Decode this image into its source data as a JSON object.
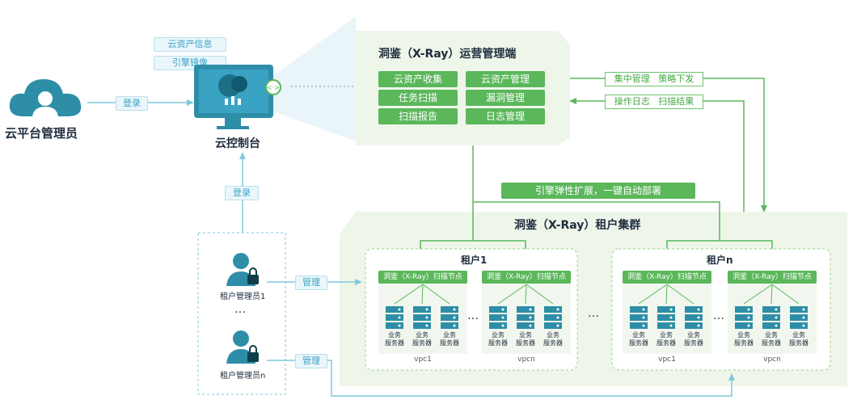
{
  "cloud_admin": {
    "label": "云平台管理员",
    "action": "登录"
  },
  "console": {
    "label": "云控制台",
    "tags": [
      "云资产信息",
      "引擎镜像"
    ],
    "login_label": "登录"
  },
  "ops": {
    "title": "洞鉴（X-Ray）运营管理端",
    "buttons": [
      "云资产收集",
      "云资产管理",
      "任务扫描",
      "漏洞管理",
      "扫描报告",
      "日志管理"
    ],
    "to_cluster": "集中管理   策略下发",
    "from_cluster": "操作日志   扫描结果"
  },
  "scale_banner": "引擎弹性扩展，一键自动部署",
  "cluster": {
    "title": "洞鉴（X-Ray）租户集群",
    "tenants": [
      {
        "name": "租户1",
        "vpcs": [
          {
            "label": "vpc1",
            "node": "洞鉴（X-Ray）扫描节点"
          },
          {
            "label": "vpcn",
            "node": "洞鉴（X-Ray）扫描节点"
          }
        ]
      },
      {
        "name": "租户n",
        "vpcs": [
          {
            "label": "vpc1",
            "node": "洞鉴（X-Ray）扫描节点"
          },
          {
            "label": "vpcn",
            "node": "洞鉴（X-Ray）扫描节点"
          }
        ]
      }
    ],
    "server_label_line1": "业务",
    "server_label_line2": "服务器",
    "ellipsis": "…"
  },
  "tenant_admins": {
    "first": "租户管理员1",
    "last": "租户管理员n",
    "ellipsis": "…",
    "manage_label": "管理"
  },
  "colors": {
    "green": "#5ab75a",
    "teal": "#2e8ea8",
    "light_green": "#eef7ea",
    "cyan_line": "#7ec9dc"
  }
}
